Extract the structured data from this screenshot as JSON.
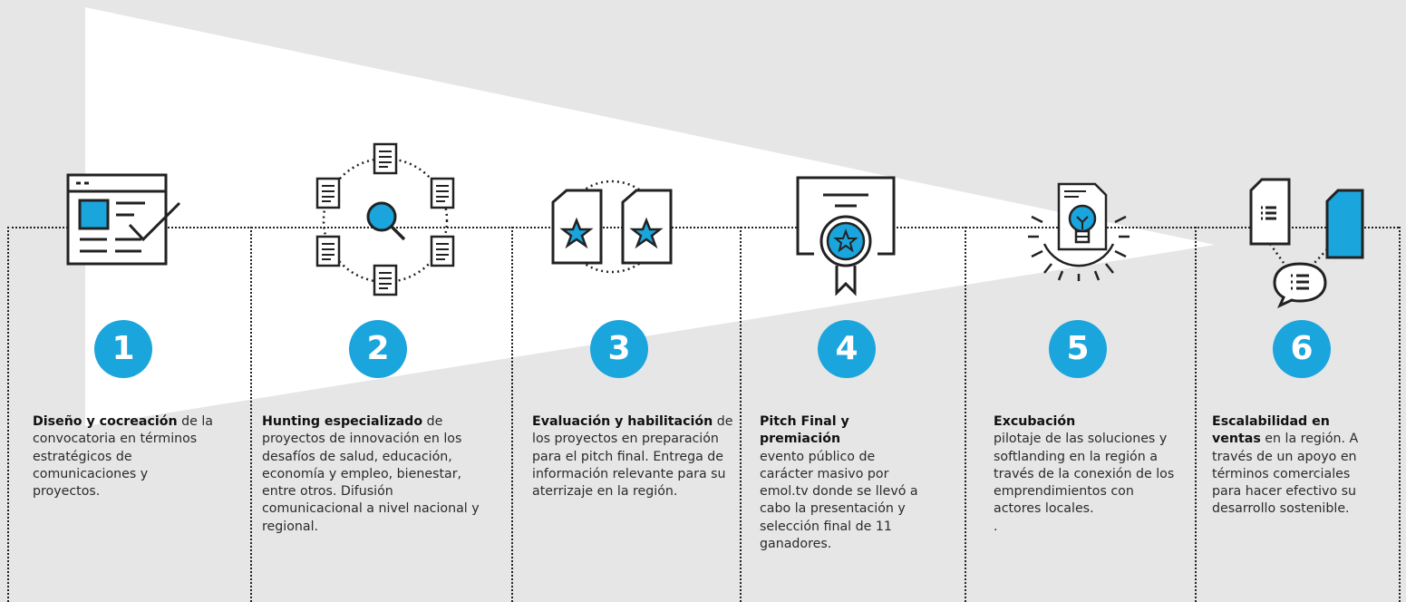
{
  "colors": {
    "background": "#e6e6e6",
    "accent": "#1ba5dd",
    "funnel": "#ffffff",
    "line": "#222222"
  },
  "steps": [
    {
      "number": "1",
      "icon": "form-checklist-icon",
      "title": "Diseño y cocreación",
      "text": " de la convocatoria en términos estratégicos de comunicaciones y proyectos."
    },
    {
      "number": "2",
      "icon": "project-hunting-search-icon",
      "title": "Hunting especializado",
      "text": " de proyectos de innovación en los desafíos de salud, educación, economía y empleo, bienestar, entre otros. Difusión comunicacional a nivel nacional y regional."
    },
    {
      "number": "3",
      "icon": "star-documents-icon",
      "title": "Evaluación y habilitación",
      "text": " de los proyectos en preparación para el pitch final. Entrega de información relevante para su aterrizaje en la región."
    },
    {
      "number": "4",
      "icon": "award-certificate-icon",
      "title": "Pitch Final y premiación",
      "text": " evento público de carácter masivo por emol.tv donde se llevó a cabo la presentación y selección final de 11 ganadores."
    },
    {
      "number": "5",
      "icon": "idea-gear-icon",
      "title": "Excubación",
      "text": " pilotaje de las soluciones y softlanding en la región a través de la conexión de los emprendimientos con actores locales.",
      "extra": "."
    },
    {
      "number": "6",
      "icon": "documents-chat-icon",
      "title": "Escalabilidad en ventas",
      "text": " en la región. A través de un apoyo en términos comerciales para hacer efectivo su desarrollo sostenible."
    }
  ]
}
